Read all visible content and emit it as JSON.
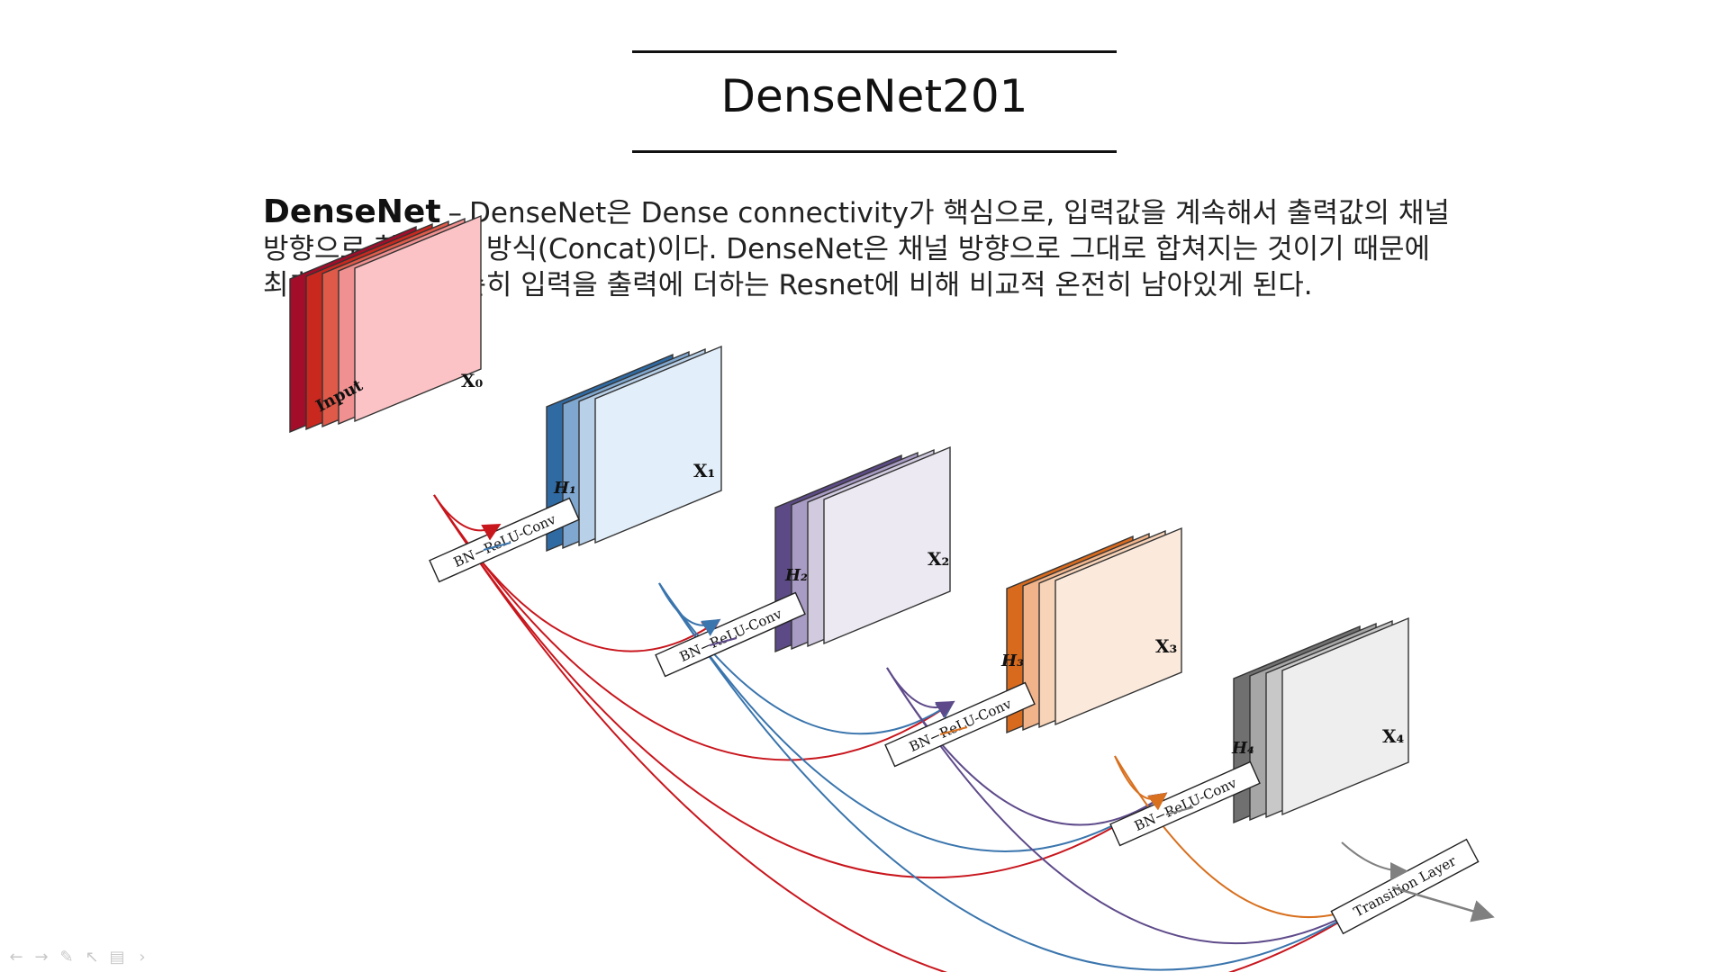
{
  "slide": {
    "title": "DenseNet201"
  },
  "description": {
    "term": "DenseNet",
    "separator": "–",
    "text": "DenseNet은 Dense connectivity가 핵심으로,  입력값을 계속해서 출력값의 채널 방향으로 합쳐주는 방식(Concat)이다. DenseNet은 채널 방향으로 그대로 합쳐지는 것이기 때문에 최초의 정보가 단순히 입력을 출력에 더하는 Resnet에 비해 비교적 온전히 남아있게 된다."
  },
  "diagram": {
    "input_label": "Input",
    "blocks": [
      {
        "label": "X₀",
        "colors": [
          "#a30d2a",
          "#c9281f",
          "#e05a4a",
          "#f09090",
          "#fcc3c6"
        ]
      },
      {
        "label": "X₁",
        "colors": [
          "#2f6aa3",
          "#7fa7d0",
          "#b8d0e8",
          "#e2eef9"
        ]
      },
      {
        "label": "X₂",
        "colors": [
          "#5c4a86",
          "#a89bc4",
          "#d2cbe0",
          "#ece9f2"
        ]
      },
      {
        "label": "X₃",
        "colors": [
          "#d86a1e",
          "#f1b48a",
          "#f7d3b8",
          "#fbe9dc"
        ]
      },
      {
        "label": "X₄",
        "colors": [
          "#707070",
          "#a6a6a6",
          "#c8c8c8",
          "#eeeeee"
        ]
      }
    ],
    "layers": [
      {
        "name": "H₁",
        "box_label": "BN−ReLU-Conv"
      },
      {
        "name": "H₂",
        "box_label": "BN−ReLU-Conv"
      },
      {
        "name": "H₃",
        "box_label": "BN−ReLU-Conv"
      },
      {
        "name": "H₄",
        "box_label": "BN−ReLU-Conv"
      }
    ],
    "transition_label": "Transition Layer",
    "arrow_colors": [
      "#c8161d",
      "#3a75ad",
      "#5e4a8a",
      "#d8701f",
      "#808080"
    ]
  },
  "nav_icons": [
    "arrow-left-icon",
    "arrow-right-icon",
    "pen-icon",
    "pointer-icon",
    "notes-icon",
    "chevron-right-icon"
  ]
}
